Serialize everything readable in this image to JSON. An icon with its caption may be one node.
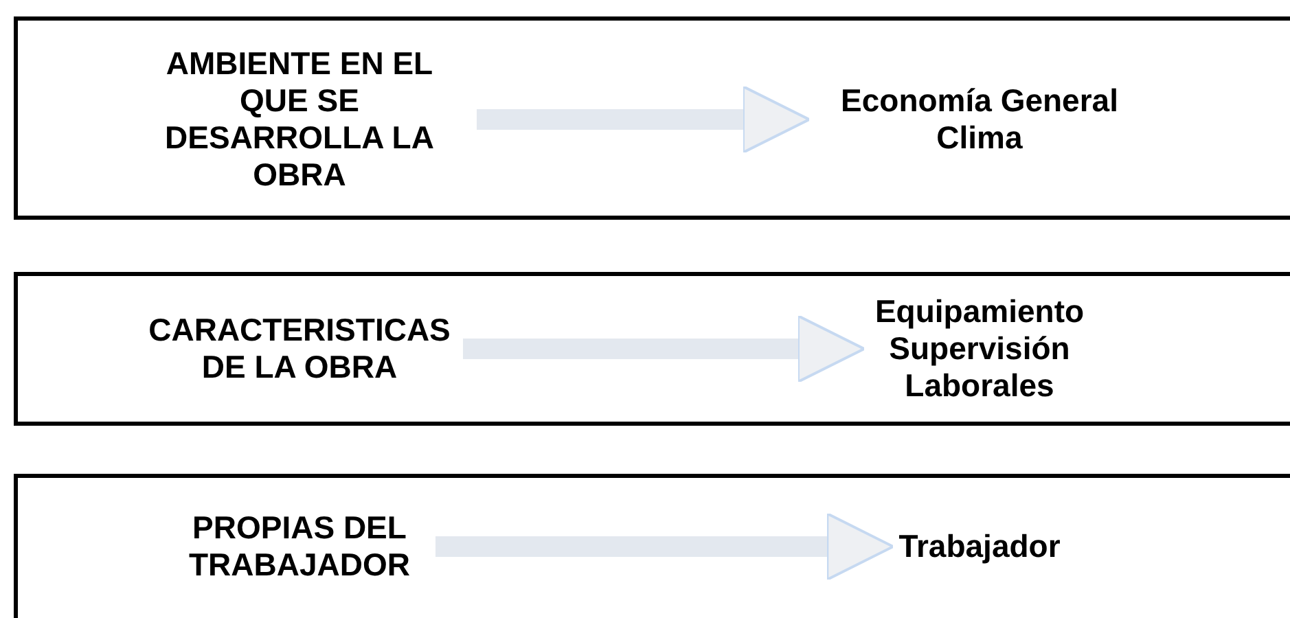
{
  "diagram": {
    "nodes": [
      {
        "text": [],
        "shape": "box"
      },
      {
        "text": [
          "AMBIENTE EN EL QUE SE DESARROLLA LA OBRA"
        ],
        "in": 0
      },
      {
        "text": [
          "Economía General Clima"
        ],
        "in": 0
      },
      {
        "text": [],
        "shape": "box"
      },
      {
        "text": [
          "CARACTERISTICAS DE LA OBRA"
        ],
        "in": 3
      },
      {
        "text": [
          "Equipamiento Supervisión Laborales"
        ],
        "in": 3
      },
      {
        "text": [],
        "shape": "box"
      },
      {
        "text": [
          "PROPIAS DEL TRABAJADOR"
        ],
        "in": 6
      },
      {
        "text": [
          "Trabajador"
        ],
        "in": 6
      }
    ],
    "edges": [
      {
        "from": 1,
        "to": 2,
        "arrow": "to"
      },
      {
        "from": 4,
        "to": 5,
        "arrow": "to"
      },
      {
        "from": 7,
        "to": 8,
        "arrow": "to"
      }
    ]
  }
}
